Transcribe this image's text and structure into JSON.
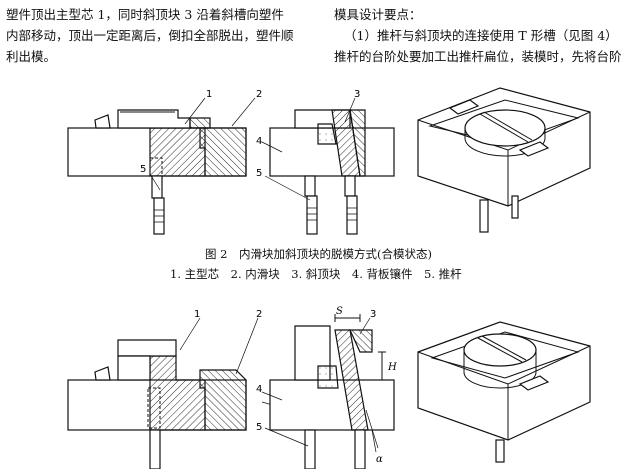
{
  "left_paragraph": {
    "lines": [
      "塑件顶出主型芯 1，同时斜顶块 3 沿着斜槽向塑件",
      "内部移动，顶出一定距离后，倒扣全部脱出，塑件顺",
      "利出模。"
    ]
  },
  "right_paragraph": {
    "heading": "模具设计要点：",
    "lines": [
      "（1）推杆与斜顶块的连接使用 T 形槽（见图 4）",
      "推杆的台阶处要加工出推杆扁位，装模时，先将台阶"
    ]
  },
  "figure2": {
    "caption": "图 2　内滑块加斜顶块的脱模方式(合模状态)",
    "legend": "1. 主型芯　2. 内滑块　3. 斜顶块　4. 背板镶件　5. 推杆",
    "callouts": [
      "1",
      "2",
      "3",
      "4",
      "5"
    ]
  },
  "figure3": {
    "callouts": [
      "1",
      "2",
      "3",
      "4",
      "5",
      "S",
      "H",
      "α"
    ]
  }
}
